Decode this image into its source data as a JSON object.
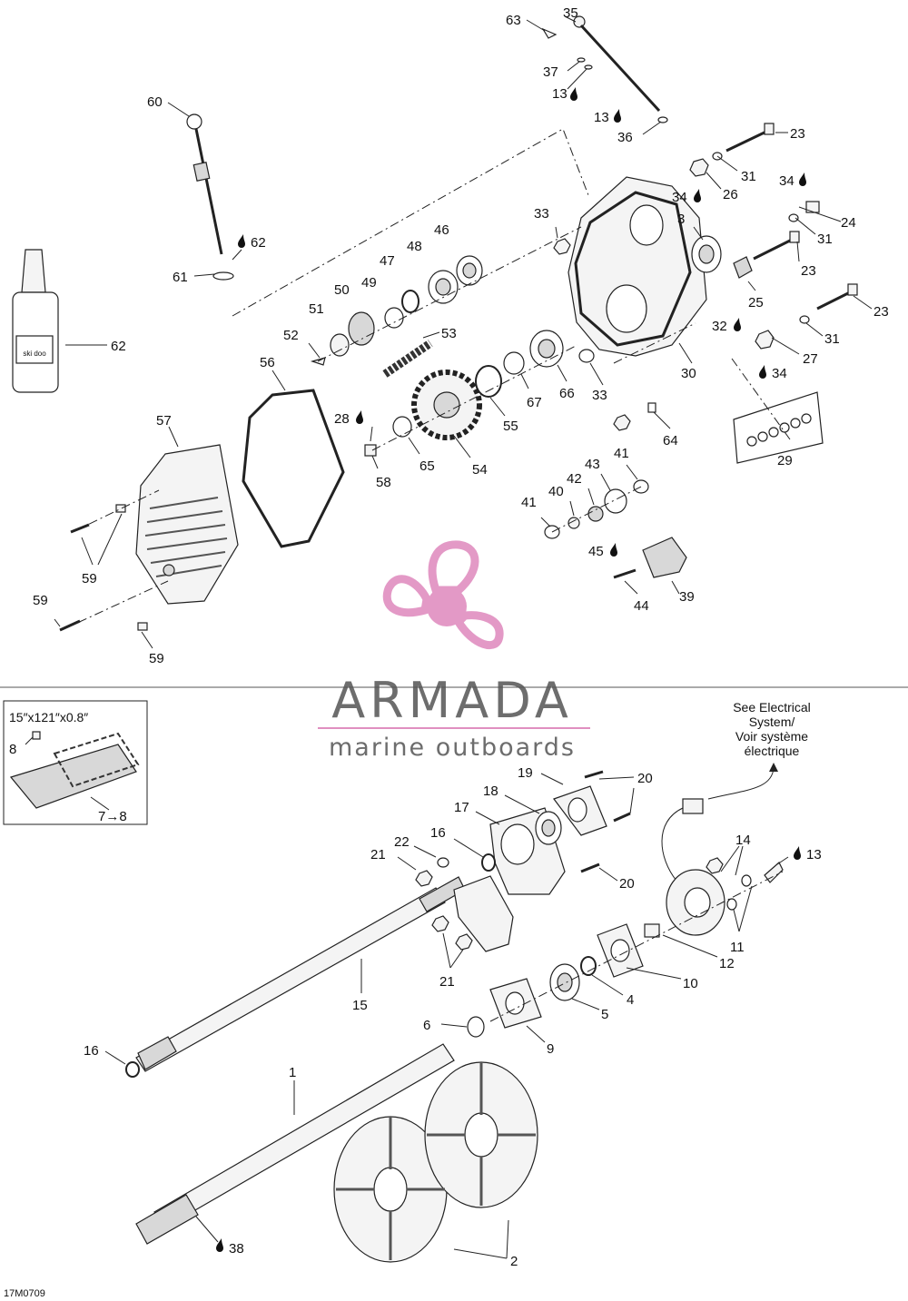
{
  "diagram_id": "17M0709",
  "watermark": {
    "brand": "ARMADA",
    "tagline": "marine outboards",
    "brand_color": "#6d6d6d",
    "accent_color": "#e08fc0"
  },
  "track_spec": "15″x121″x0.8″",
  "electrical_note": [
    "See Electrical",
    "System/",
    "Voir système",
    "électrique"
  ],
  "bottle_label": "ski doo",
  "callouts": {
    "c63": "63",
    "c35": "35",
    "c37": "37",
    "c13a": "13",
    "c13b": "13",
    "c36": "36",
    "c60": "60",
    "c62a": "62",
    "c61": "61",
    "c62": "62",
    "c23a": "23",
    "c31a": "31",
    "c26": "26",
    "c34a": "34",
    "c34b": "34",
    "c24": "24",
    "c31b": "31",
    "c23b": "23",
    "c33a": "33",
    "c3": "3",
    "c46": "46",
    "c48": "48",
    "c47": "47",
    "c50": "50",
    "c49": "49",
    "c51": "51",
    "c25": "25",
    "c23c": "23",
    "c32": "32",
    "c31c": "31",
    "c27": "27",
    "c34c": "34",
    "c30": "30",
    "c53": "53",
    "c52": "52",
    "c56": "56",
    "c66": "66",
    "c67": "67",
    "c55": "55",
    "c33b": "33",
    "c64": "64",
    "c29": "29",
    "c28": "28",
    "c57": "57",
    "c65": "65",
    "c54": "54",
    "c58": "58",
    "c41a": "41",
    "c43": "43",
    "c42": "42",
    "c40": "40",
    "c41b": "41",
    "c45": "45",
    "c59a": "59",
    "c59b": "59",
    "c59c": "59",
    "c44": "44",
    "c39": "39",
    "c8": "8",
    "c7to8": "7→8",
    "c19": "19",
    "c20a": "20",
    "c18": "18",
    "c17": "17",
    "c16a": "16",
    "c22": "22",
    "c21a": "21",
    "c14": "14",
    "c13c": "13",
    "c20b": "20",
    "c12": "12",
    "c11": "11",
    "c10": "10",
    "c21b": "21",
    "c15": "15",
    "c4": "4",
    "c5": "5",
    "c6": "6",
    "c9": "9",
    "c16b": "16",
    "c1": "1",
    "c38": "38",
    "c2": "2"
  }
}
